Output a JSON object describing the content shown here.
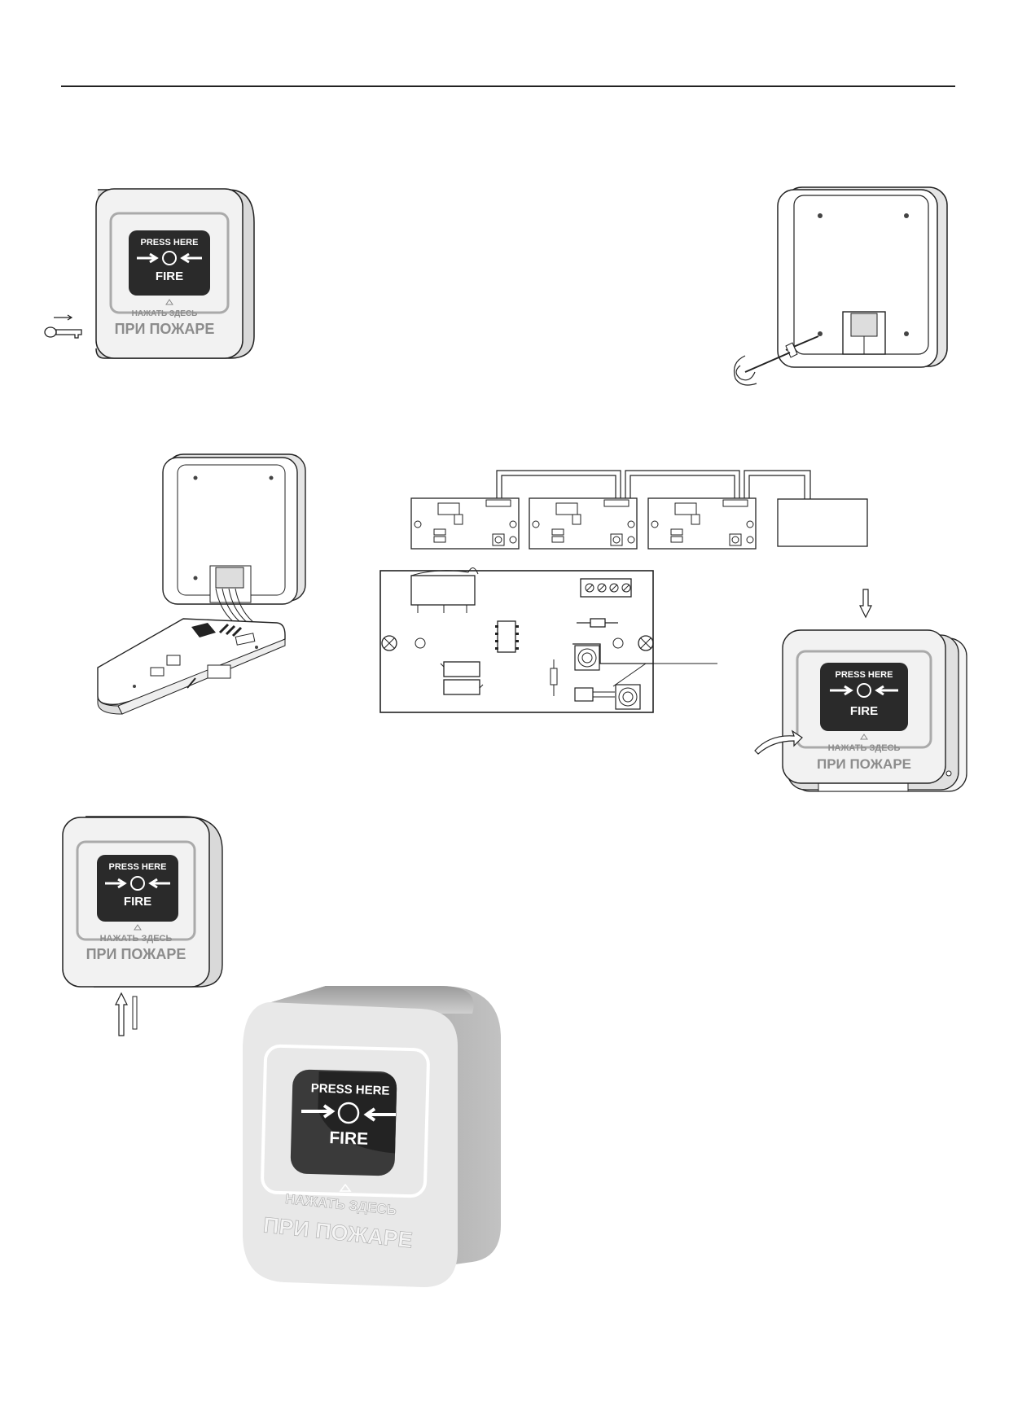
{
  "device_label": {
    "press_here": "PRESS HERE",
    "fire": "FIRE",
    "nazhat_zdes": "НАЖАТЬ ЗДЕСЬ",
    "pri_pozhare": "ПРИ ПОЖАРЕ"
  },
  "colors": {
    "line": "#222222",
    "button_face": "#2a2a2a",
    "label_grey": "#8c8c8c",
    "body_light": "#e8e8e8",
    "body_shadow": "#a8a8a8"
  },
  "icons": [
    "key-icon",
    "screwdriver-icon",
    "down-arrow-icon",
    "up-arrow-icon",
    "curved-arrow-icon"
  ]
}
